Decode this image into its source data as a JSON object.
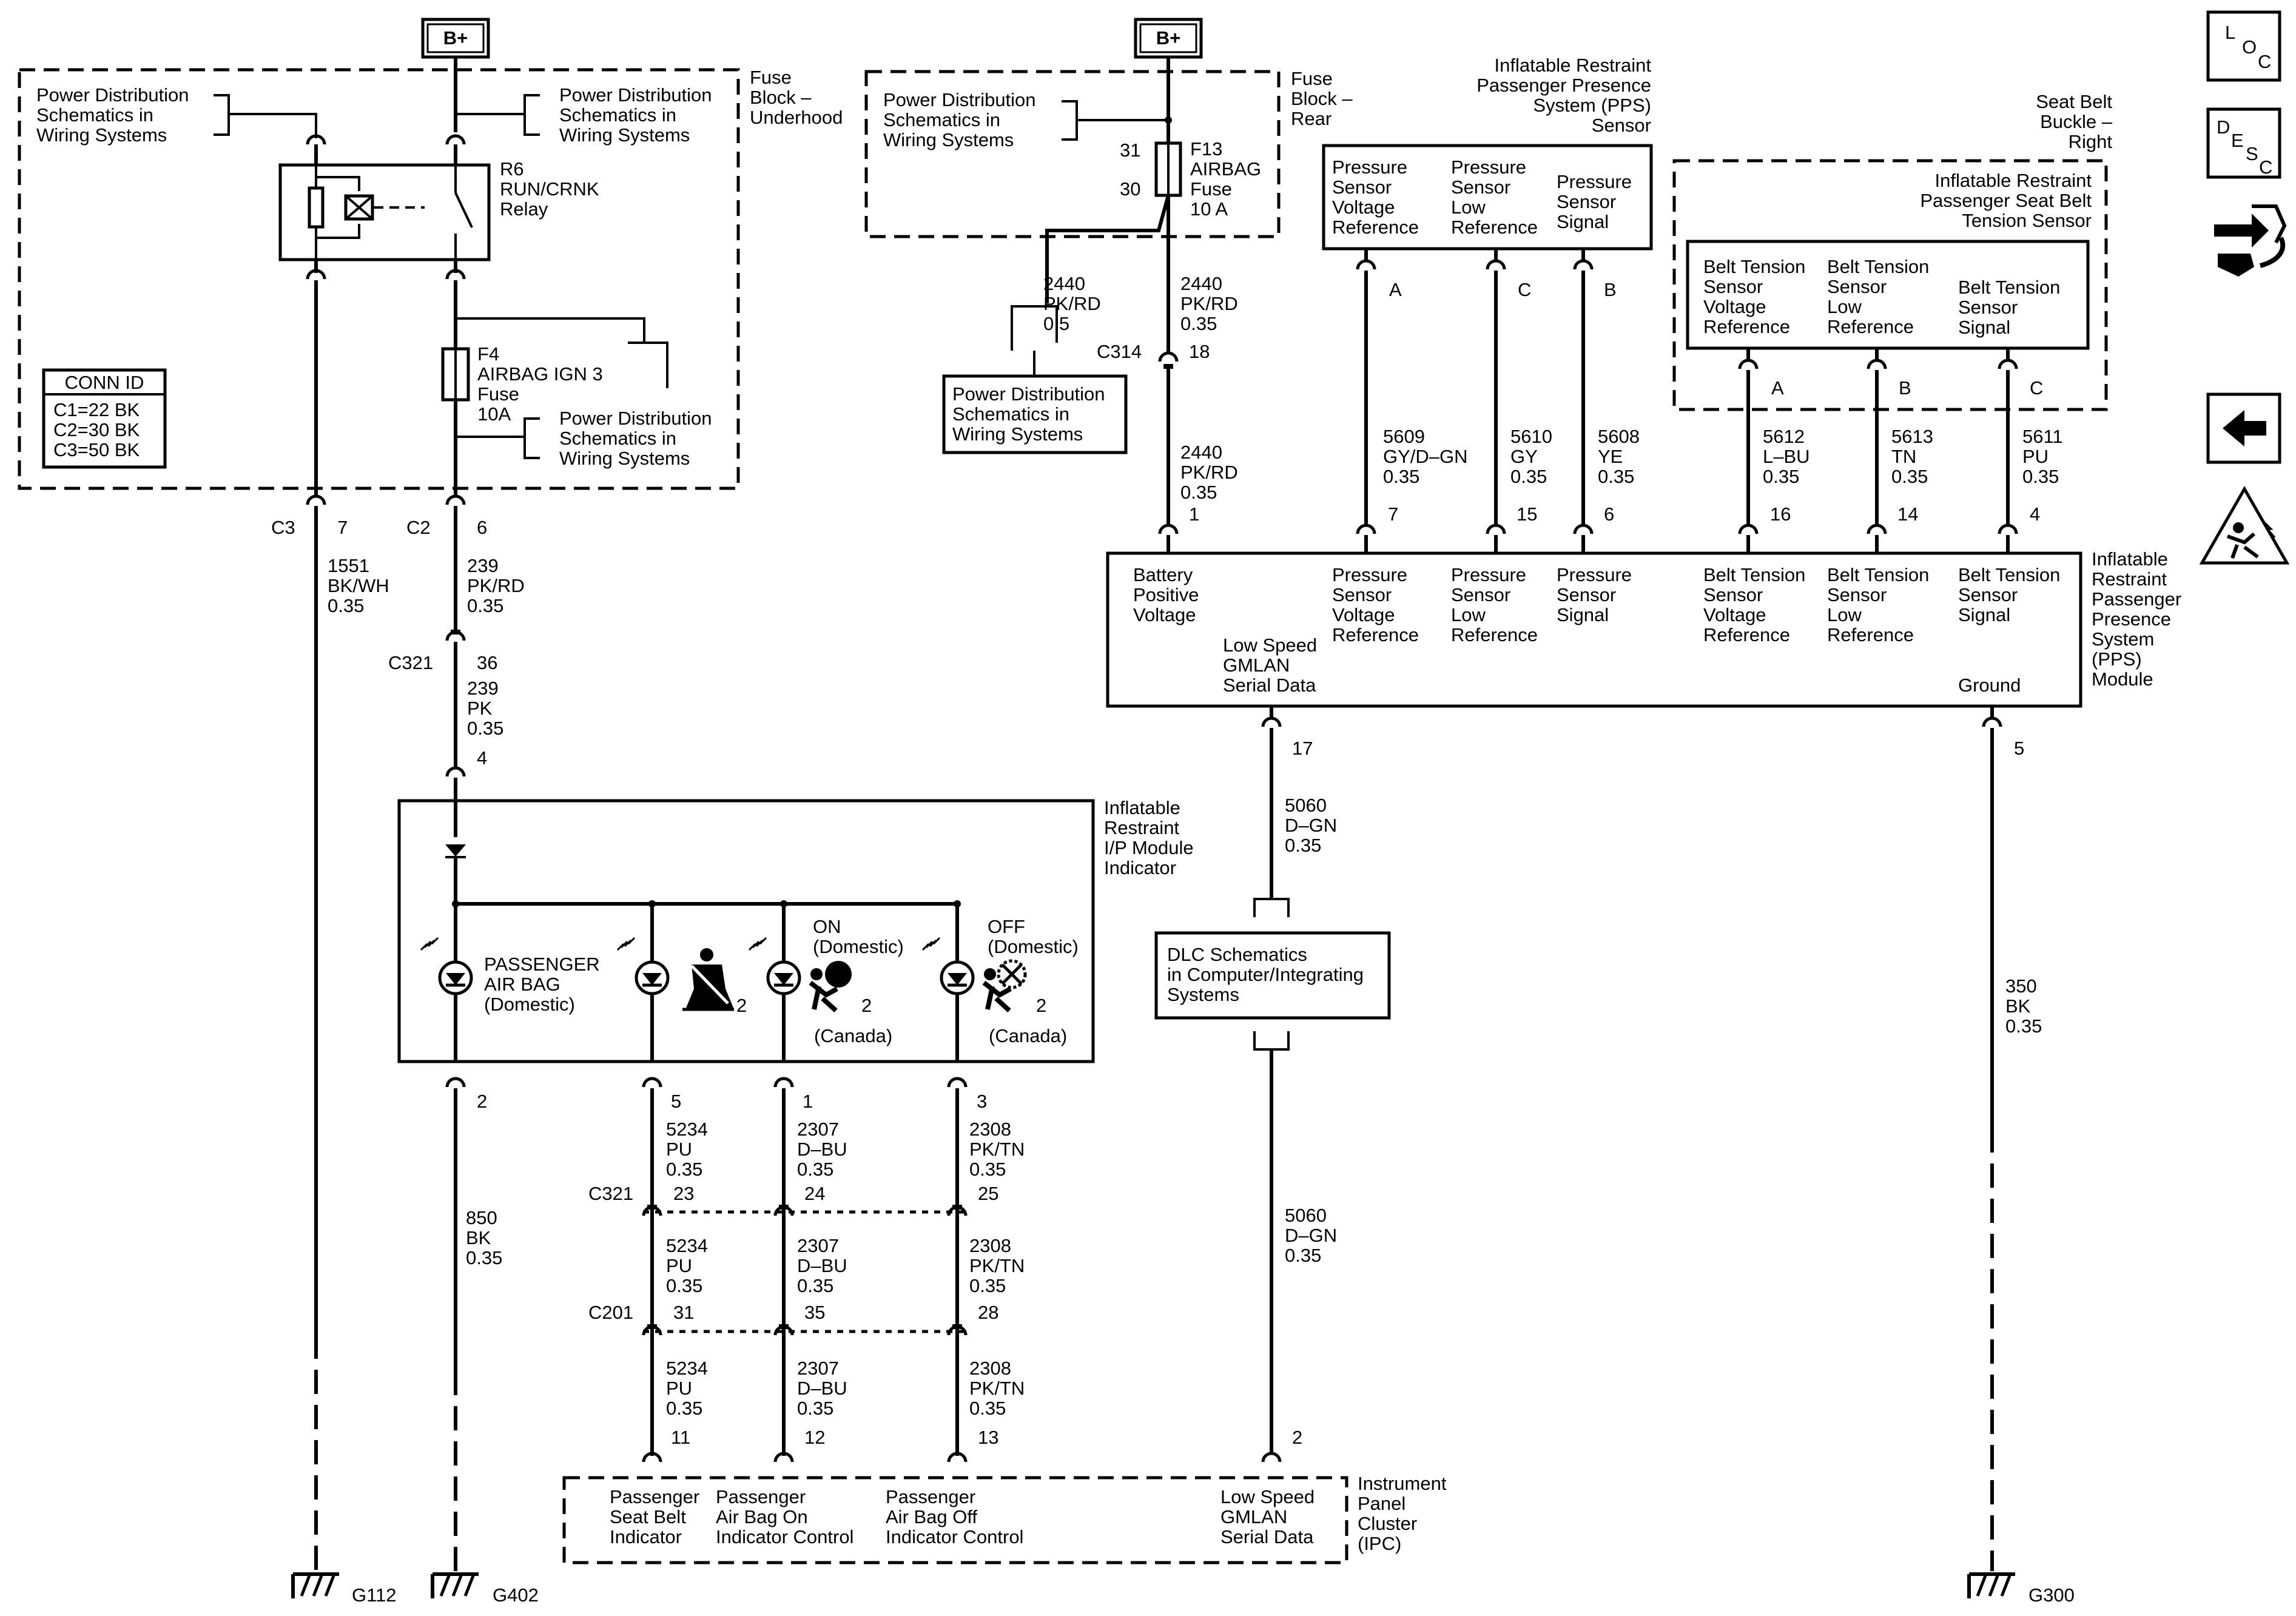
{
  "supply": {
    "left_label": "B+",
    "right_label": "B+"
  },
  "fuse_blocks": {
    "underhood": [
      "Fuse",
      "Block –",
      "Underhood"
    ],
    "rear": [
      "Fuse",
      "Block –",
      "Rear"
    ]
  },
  "ref_power_dist": [
    "Power Distribution",
    "Schematics in",
    "Wiring Systems"
  ],
  "relay": {
    "id": "R6",
    "name": "RUN/CRNK",
    "type": "Relay"
  },
  "fuse_f4": {
    "id": "F4",
    "name": "AIRBAG IGN 3",
    "type": "Fuse",
    "rating": "10A"
  },
  "fuse_f13": {
    "id": "F13",
    "name": "AIRBAG",
    "type": "Fuse",
    "rating": "10 A",
    "pin_top": "31",
    "pin_bottom": "30"
  },
  "conn_id": {
    "title": "CONN ID",
    "rows": [
      "C1=22 BK",
      "C2=30 BK",
      "C3=50 BK"
    ]
  },
  "wires": {
    "w1551": [
      "1551",
      "BK/WH",
      "0.35"
    ],
    "w239a": [
      "239",
      "PK/RD",
      "0.35"
    ],
    "w239b": [
      "239",
      "PK",
      "0.35"
    ],
    "w850": [
      "850",
      "BK",
      "0.35"
    ],
    "w2440a": [
      "2440",
      "PK/RD",
      "0.5"
    ],
    "w2440b": [
      "2440",
      "PK/RD",
      "0.35"
    ],
    "w2440c": [
      "2440",
      "PK/RD",
      "0.35"
    ],
    "w5609": [
      "5609",
      "GY/D–GN",
      "0.35"
    ],
    "w5610": [
      "5610",
      "GY",
      "0.35"
    ],
    "w5608": [
      "5608",
      "YE",
      "0.35"
    ],
    "w5612": [
      "5612",
      "L–BU",
      "0.35"
    ],
    "w5613": [
      "5613",
      "TN",
      "0.35"
    ],
    "w5611": [
      "5611",
      "PU",
      "0.35"
    ],
    "w5060a": [
      "5060",
      "D–GN",
      "0.35"
    ],
    "w5060b": [
      "5060",
      "D–GN",
      "0.35"
    ],
    "w350": [
      "350",
      "BK",
      "0.35"
    ],
    "w5234": [
      "5234",
      "PU",
      "0.35"
    ],
    "w2307": [
      "2307",
      "D–BU",
      "0.35"
    ],
    "w2308": [
      "2308",
      "PK/TN",
      "0.35"
    ]
  },
  "connectors": {
    "c3": "C3",
    "c2": "C2",
    "c321": "C321",
    "c314": "C314",
    "c201": "C201",
    "pins": {
      "c3_7": "7",
      "c2_6": "6",
      "c321_36": "36",
      "ind_4": "4",
      "ind_2": "2",
      "c314_18": "18",
      "mod_1": "1",
      "mod_7": "7",
      "mod_15": "15",
      "mod_6": "6",
      "mod_16": "16",
      "mod_14": "14",
      "mod_4": "4",
      "mod_17": "17",
      "mod_5": "5",
      "sen_a": "A",
      "sen_c": "C",
      "sen_b": "B",
      "bt_a": "A",
      "bt_b": "B",
      "bt_c": "C",
      "ind_5": "5",
      "ind_1": "1",
      "ind_3": "3",
      "c321_23": "23",
      "c321_24": "24",
      "c321_25": "25",
      "c201_31": "31",
      "c201_35": "35",
      "c201_28": "28",
      "ipc_11": "11",
      "ipc_12": "12",
      "ipc_13": "13",
      "ipc_2": "2"
    }
  },
  "pps_sensor": {
    "title": [
      "Inflatable Restraint",
      "Passenger Presence",
      "System (PPS)",
      "Sensor"
    ],
    "pins": [
      [
        "Pressure",
        "Sensor",
        "Voltage",
        "Reference"
      ],
      [
        "Pressure",
        "Sensor",
        "Low",
        "Reference"
      ],
      [
        "Pressure",
        "Sensor",
        "Signal"
      ]
    ]
  },
  "seat_belt": {
    "buckle": [
      "Seat Belt",
      "Buckle –",
      "Right"
    ],
    "title": [
      "Inflatable Restraint",
      "Passenger Seat Belt",
      "Tension Sensor"
    ],
    "pins": [
      [
        "Belt Tension",
        "Sensor",
        "Voltage",
        "Reference"
      ],
      [
        "Belt Tension",
        "Sensor",
        "Low",
        "Reference"
      ],
      [
        "Belt Tension",
        "Sensor",
        "Signal"
      ]
    ]
  },
  "pps_module": {
    "title": [
      "Inflatable",
      "Restraint",
      "Passenger",
      "Presence",
      "System",
      "(PPS)",
      "Module"
    ],
    "battery": [
      "Battery",
      "Positive",
      "Voltage"
    ],
    "gmlan": [
      "Low Speed",
      "GMLAN",
      "Serial Data"
    ],
    "ground": "Ground",
    "pins": [
      [
        "Pressure",
        "Sensor",
        "Voltage",
        "Reference"
      ],
      [
        "Pressure",
        "Sensor",
        "Low",
        "Reference"
      ],
      [
        "Pressure",
        "Sensor",
        "Signal"
      ],
      [
        "Belt Tension",
        "Sensor",
        "Voltage",
        "Reference"
      ],
      [
        "Belt Tension",
        "Sensor",
        "Low",
        "Reference"
      ],
      [
        "Belt Tension",
        "Sensor",
        "Signal"
      ]
    ]
  },
  "indicator": {
    "title": [
      "Inflatable",
      "Restraint",
      "I/P Module",
      "Indicator"
    ],
    "passenger_airbag": [
      "PASSENGER",
      "AIR BAG",
      "(Domestic)"
    ],
    "on": [
      "ON",
      "(Domestic)"
    ],
    "off": [
      "OFF",
      "(Domestic)"
    ],
    "canada": "(Canada)",
    "footnote": "2"
  },
  "dlc": [
    "DLC Schematics",
    "in Computer/Integrating",
    "Systems"
  ],
  "ipc": {
    "title": [
      "Instrument",
      "Panel",
      "Cluster",
      "(IPC)"
    ],
    "pins": [
      [
        "Passenger",
        "Seat Belt",
        "Indicator"
      ],
      [
        "Passenger",
        "Air Bag On",
        "Indicator Control"
      ],
      [
        "Passenger",
        "Air Bag Off",
        "Indicator Control"
      ],
      [
        "Low Speed",
        "GMLAN",
        "Serial Data"
      ]
    ]
  },
  "grounds": {
    "g112": "G112",
    "g402": "G402",
    "g300": "G300"
  },
  "nav": {
    "loc": [
      "L",
      "O",
      "C"
    ],
    "desc": [
      "D",
      "E",
      "S",
      "C"
    ],
    "connector_icon": "connector-repair-icon",
    "back_icon": "back-arrow-icon",
    "esd_icon": "esd-warning-icon"
  }
}
